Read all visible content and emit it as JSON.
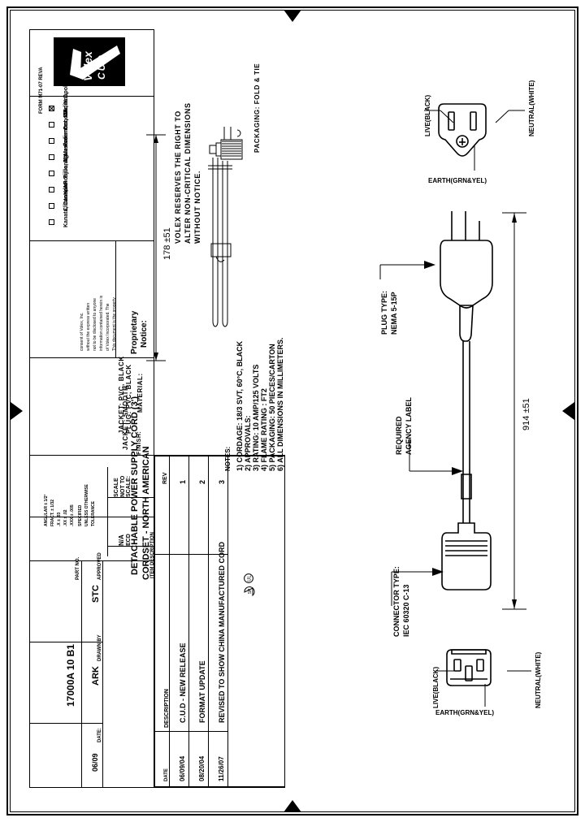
{
  "sheet": {
    "form_code": "FORM M71-07 REVA",
    "logo_text": "Volex",
    "logo_sub": "CUD"
  },
  "header_notice": {
    "line1": "VOLEX RESERVES THE RIGHT TO",
    "line2": "ALTER NON-CRITICAL DIMENSIONS",
    "line3": "WITHOUT NOTICE."
  },
  "packaging": {
    "label": "PACKAGING: FOLD & TIE"
  },
  "locations": {
    "items": [
      {
        "label": "Indianapolis, IN",
        "checked": true
      },
      {
        "label": "Conover, N.C.",
        "checked": false
      },
      {
        "label": "Freemont, CA",
        "checked": false
      },
      {
        "label": "Aguascalientes, MX",
        "checked": false
      },
      {
        "label": "Tijuana, Mexico",
        "checked": false
      },
      {
        "label": "Hermosillo, MX",
        "checked": false
      },
      {
        "label": "Clinton, AR",
        "checked": false
      },
      {
        "label": "Kanata, Canada",
        "checked": false
      }
    ]
  },
  "proprietary": {
    "title_line1": "Proprietary",
    "title_line2": "Notice:",
    "body": [
      "This document is the property",
      "of Volex Incorporated. The",
      "information contained herein is",
      "not to be disclosed to anyone",
      "without the express written",
      "consent of Volex, Inc."
    ]
  },
  "material": {
    "heading": "MATERIAL:",
    "line1": "PLUG: PVC, BLACK",
    "line2": "JACKET: PVC, BLACK",
    "finish_heading": "FINISH:",
    "finish_value": "JACKET: SMOOTH"
  },
  "tolerance": {
    "heading1": "TOLERANCE",
    "heading2": "UNLESS OTHERWISE",
    "heading3": "SPECIFIED",
    "rows": [
      ".XXX ± .005",
      ".XX ± .02",
      ".X ± .03",
      "FRACT. ± 1/32",
      "ANGULAR ± 1/2°"
    ]
  },
  "scale": {
    "heading": "SCALE:",
    "value_line1": "NOT TO",
    "value_line2": "SCALE"
  },
  "ecd": {
    "heading": "ECD",
    "value": "N/A"
  },
  "notes": {
    "heading": "NOTES:",
    "items": [
      "1) CORDAGE: 18/3 SVT, 60°C, BLACK",
      "2) APPROVALS:",
      "3) RATING: 10 AMP/125 VOLTS",
      "4) FLAME RATING : FT2",
      "5) PACKAGING: 50 PIECES/CARTON",
      "6) ALL DIMENSIONS IN MILLIMETERS."
    ],
    "approval_marks": [
      "UL",
      "CSA"
    ]
  },
  "revisions": {
    "col_rev": "REV",
    "col_description": "DESCRIPTION",
    "col_date": "DATE",
    "rows": [
      {
        "rev": "3",
        "description": "REVISED TO SHOW CHINA MANUFACTURED CORD",
        "date": "11/26/07"
      },
      {
        "rev": "2",
        "description": "FORMAT UPDATE",
        "date": "08/20/04"
      },
      {
        "rev": "1",
        "description": "C.U.D - NEW RELEASE",
        "date": "06/09/04"
      }
    ]
  },
  "titleblock": {
    "item_description_label": "ITEM DESCRIPTION",
    "item_description_line1": "CORDSET - NORTH AMERICAN",
    "item_description_line2": "DETACHABLE POWER SUPPLY CORD (3')",
    "approved_label": "APPROVED",
    "approved_value": "STC",
    "drawn_by_label": "DRAWN BY",
    "drawn_by_value": "ARK",
    "date_label": "DATE:",
    "date_value": "06/09",
    "part_no_label": "PART NO.",
    "part_no_value": "17000A 10 B1"
  },
  "drawing": {
    "length_overall": "914 ±51",
    "length_plug": "178 ±51",
    "plug_type_label_1": "PLUG TYPE:",
    "plug_type_label_2": "NEMA 5-15P",
    "connector_type_label_1": "CONNECTOR TYPE:",
    "connector_type_label_2": "IEC 60320 C-13",
    "agency_label_1": "REQUIRED",
    "agency_label_2": "AGENCY LABEL",
    "plug_face": {
      "live": "LIVE(BLACK)",
      "neutral": "NEUTRAL(WHITE)",
      "earth": "EARTH(GRN&YEL)"
    },
    "connector_face": {
      "live": "LIVE(BLACK)",
      "neutral": "NEUTRAL(WHITE)",
      "earth": "EARTH(GRN&YEL)"
    }
  }
}
